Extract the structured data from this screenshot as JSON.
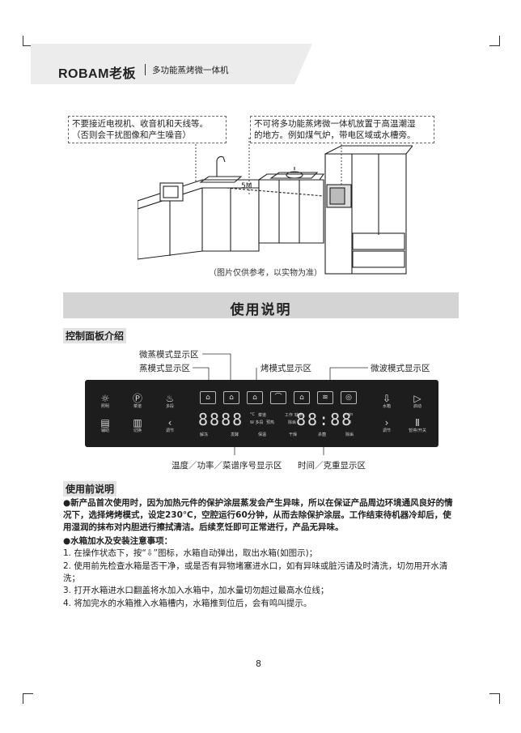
{
  "header": {
    "brand": "ROBAM老板",
    "title": "多功能蒸烤微一体机"
  },
  "illustration": {
    "callout_left": [
      "不要接近电视机、收音机和天线等。",
      "（否则会干扰图像和产生噪音）"
    ],
    "callout_right": [
      "不可将多功能蒸烤微一体机放置于高温潮湿",
      "的地方。例如煤气炉，带电区域或水槽旁。"
    ],
    "distance_label": "5M",
    "note": "（图片仅供参考，以实物为准）"
  },
  "section_title": "使用说明",
  "panel_section": {
    "heading": "控制面板介绍",
    "labels": {
      "microsteam": "微蒸模式显示区",
      "steam": "蒸模式显示区",
      "bake": "烤模式显示区",
      "microwave": "微波模式显示区",
      "temp": "温度／功率／菜谱序号显示区",
      "time": "时间／克重显示区"
    },
    "buttons_left": [
      {
        "icon": "☼",
        "label": "照明"
      },
      {
        "icon": "Ⓟ",
        "label": "菜谱"
      },
      {
        "icon": "♨",
        "label": "多段"
      },
      {
        "icon": "▤",
        "label": "辅助"
      },
      {
        "icon": "▥",
        "label": "切换"
      },
      {
        "icon": "‹",
        "label": "调节"
      }
    ],
    "buttons_right": [
      {
        "icon": "⇩",
        "label": "水箱"
      },
      {
        "icon": "▷",
        "label": "启动"
      },
      {
        "icon": "›",
        "label": "调节"
      },
      {
        "icon": "Ⅱ",
        "label": "暂停/开关"
      }
    ],
    "mode_icons": [
      "⌂",
      "⌂",
      "⌂",
      "⌒",
      "⌂",
      "≋",
      "◎"
    ],
    "digits_left": "8888",
    "digits_right": "88:88",
    "unit_temp": "°C",
    "unit_min": "min",
    "unit_g": "g",
    "small_labels": {
      "caiping": "菜谱",
      "wmulti": "W 多段",
      "preheat": "预热",
      "work": "工作",
      "fill_water": "缺水",
      "descale": "除垢"
    },
    "bottom_labels": [
      "解冻",
      "发酵",
      "保温",
      "干燥",
      "杀菌",
      "除垢"
    ]
  },
  "pre_use": {
    "heading": "使用前说明",
    "para1_bold": "●新产品首次使用时，因为加热元件的保护涂层蒸发会产生异味，所以在保证产品周边环境通风良好的情况下，选择烤烤模式，设定230℃，空腔运行60分钟，从而去除保护涂层。工作结束待机器冷却后，使用湿润的抹布对内胆进行擦拭清洁。后续烹饪即可正常进行，产品无异味。",
    "para2_bold": "●水箱加水及安装注意事项：",
    "step1": "1. 在操作状态下，按“⇩”图标，水箱自动弹出，取出水箱(如图示)；",
    "step2": "2. 使用前先检查水箱是否干净，或是否有异物堵塞进水口，如有异味或脏污请及时清洗，切勿用开水清洗；",
    "step3": "3. 打开水箱进水口翻盖将水加入水箱中，加水量切勿超过最高水位线；",
    "step4": "4. 将加完水的水箱推入水箱槽内，水箱推到位后，会有鸣叫提示。"
  },
  "page_number": "8"
}
